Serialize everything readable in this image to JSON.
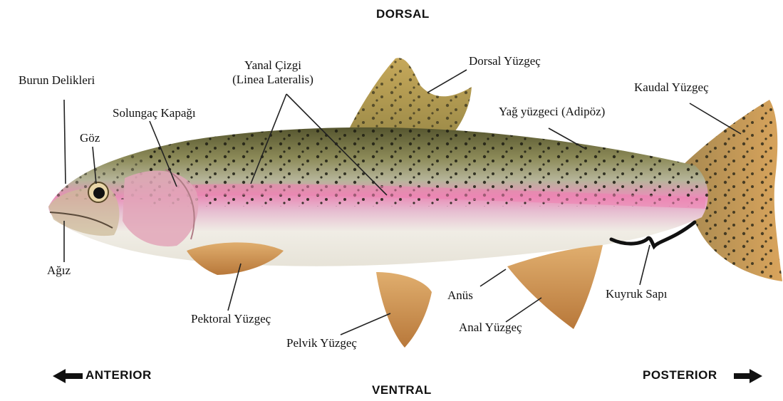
{
  "orientation": {
    "top": "DORSAL",
    "bottom": "VENTRAL",
    "left": "ANTERIOR",
    "right": "POSTERIOR"
  },
  "labels": {
    "nostrils": "Burun Delikleri",
    "eye": "Göz",
    "gill_cover": "Solungaç Kapağı",
    "lateral_line_1": "Yanal Çizgi",
    "lateral_line_2": "(Linea Lateralis)",
    "dorsal_fin": "Dorsal Yüzgeç",
    "adipose_fin": "Yağ yüzgeci (Adipöz)",
    "caudal_fin": "Kaudal Yüzgeç",
    "mouth": "Ağız",
    "pectoral_fin": "Pektoral Yüzgeç",
    "pelvic_fin": "Pelvik Yüzgeç",
    "anus": "Anüs",
    "anal_fin": "Anal Yüzgeç",
    "caudal_peduncle": "Kuyruk Sapı"
  },
  "colors": {
    "back": "#6b6a3e",
    "stripe": "#e98fb8",
    "belly": "#f1eee6",
    "fin": "#c98a45",
    "spots": "#1d1d12"
  }
}
